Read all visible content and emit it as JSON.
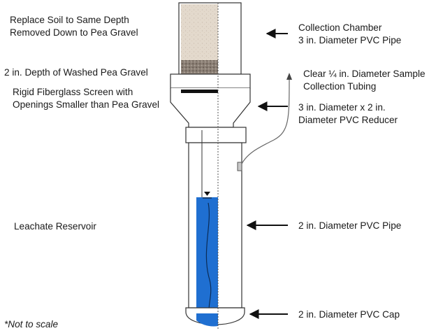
{
  "labels": {
    "replace_soil": [
      "Replace Soil to Same Depth",
      "Removed Down to Pea Gravel"
    ],
    "pea_gravel": "2 in. Depth of Washed Pea Gravel",
    "screen": [
      "Rigid Fiberglass Screen with",
      "Openings Smaller than Pea Gravel"
    ],
    "leachate": "Leachate Reservoir",
    "not_to_scale": "*Not to scale",
    "collection_chamber": [
      "Collection Chamber",
      "3 in. Diameter PVC Pipe"
    ],
    "tubing": [
      "Clear ¼ in. Diameter Sample",
      "Collection Tubing"
    ],
    "reducer": [
      "3 in. Diameter x 2 in.",
      "Diameter PVC Reducer"
    ],
    "pipe_2in": "2 in. Diameter PVC Pipe",
    "cap_2in": "2 in. Diameter PVC Cap"
  },
  "colors": {
    "soil": "#e3d9cc",
    "gravel": "#8a7e74",
    "screen": "#111111",
    "leachate": "#1f6fd1",
    "pipe_outline": "#333333"
  }
}
